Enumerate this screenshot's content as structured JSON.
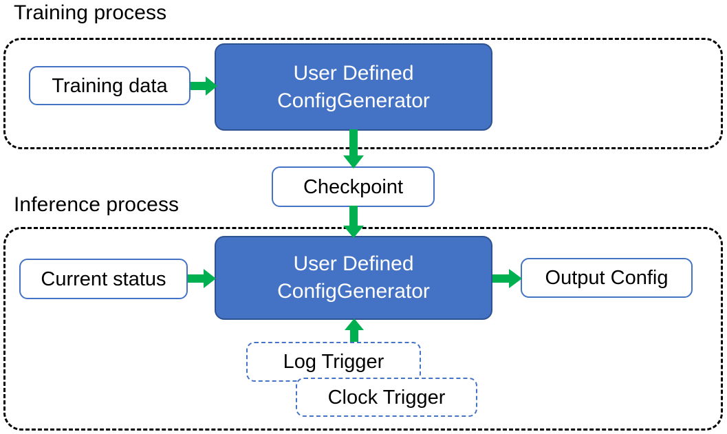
{
  "diagram": {
    "title_training": "Training process",
    "title_inference": "Inference process",
    "colors": {
      "process_fill": "#4472C4",
      "process_stroke": "#2E528F",
      "node_stroke": "#4472C4",
      "group_stroke": "#000000",
      "arrow": "#00B050",
      "text_light": "#FFFFFF",
      "text_dark": "#000000",
      "background": "#FFFFFF"
    }
  },
  "training_process": {
    "label": "Training process",
    "nodes": {
      "training_data": "Training data",
      "generator_line1": "User Defined",
      "generator_line2": "ConfigGenerator"
    }
  },
  "checkpoint": {
    "label": "Checkpoint"
  },
  "inference_process": {
    "label": "Inference process",
    "nodes": {
      "current_status": "Current status",
      "generator_line1": "User Defined",
      "generator_line2": "ConfigGenerator",
      "output_config": "Output Config",
      "log_trigger": "Log Trigger",
      "clock_trigger": "Clock Trigger"
    }
  },
  "edges": [
    {
      "name": "training-data-to-generator",
      "from": "Training data",
      "to": "User Defined ConfigGenerator",
      "direction": "right"
    },
    {
      "name": "generator-to-checkpoint",
      "from": "User Defined ConfigGenerator",
      "to": "Checkpoint",
      "direction": "down"
    },
    {
      "name": "checkpoint-to-generator",
      "from": "Checkpoint",
      "to": "User Defined ConfigGenerator",
      "direction": "down"
    },
    {
      "name": "current-status-to-generator",
      "from": "Current status",
      "to": "User Defined ConfigGenerator",
      "direction": "right"
    },
    {
      "name": "generator-to-output-config",
      "from": "User Defined ConfigGenerator",
      "to": "Output Config",
      "direction": "right"
    },
    {
      "name": "triggers-to-generator",
      "from": "Log Trigger / Clock Trigger",
      "to": "User Defined ConfigGenerator",
      "direction": "up"
    }
  ]
}
